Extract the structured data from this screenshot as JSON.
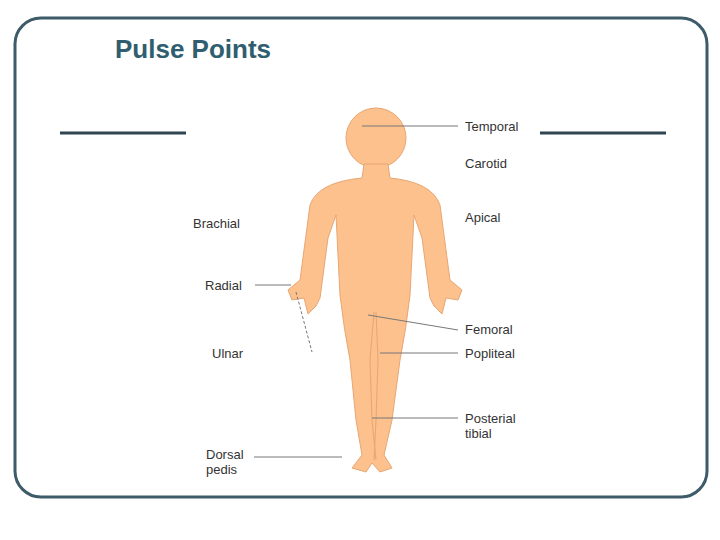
{
  "diagram": {
    "title": "Pulse Points",
    "labels": [
      "Temporal",
      "Carotid",
      "Apical",
      "Brachial",
      "Radial",
      "Femoral",
      "Ulnar",
      "Popliteal",
      "Posterial tibial",
      "Dorsal pedis"
    ]
  }
}
